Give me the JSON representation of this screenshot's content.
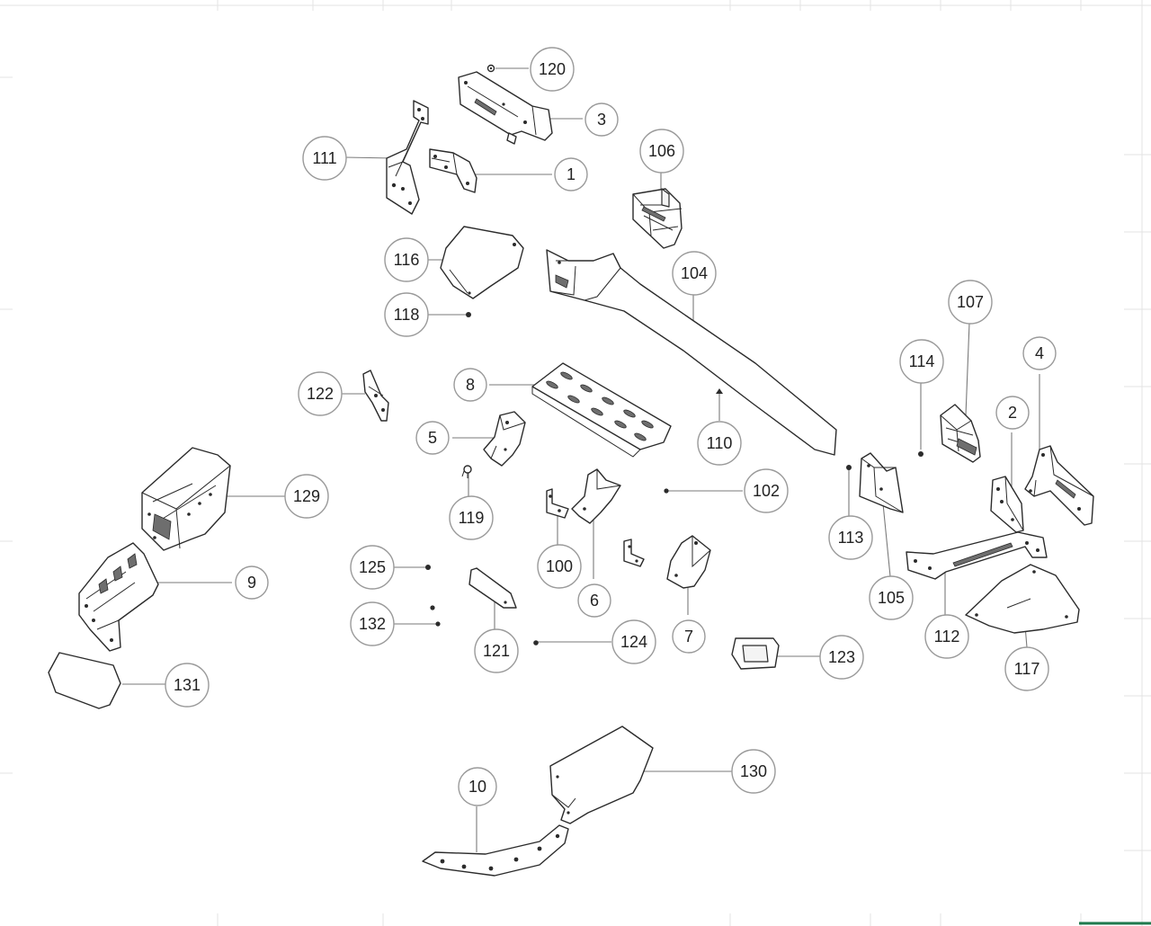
{
  "colors": {
    "background": "#ffffff",
    "line_art": "#2b2b2b",
    "leader": "#7a7a7a",
    "callout_border": "#9a9a9a",
    "grid": "#e3e3e3",
    "corner_accent": "#1f7a4d"
  },
  "callouts": [
    {
      "id": "c120",
      "label": "120"
    },
    {
      "id": "c3",
      "label": "3"
    },
    {
      "id": "c111",
      "label": "111"
    },
    {
      "id": "c1",
      "label": "1"
    },
    {
      "id": "c106",
      "label": "106"
    },
    {
      "id": "c116",
      "label": "116"
    },
    {
      "id": "c104",
      "label": "104"
    },
    {
      "id": "c118",
      "label": "118"
    },
    {
      "id": "c107",
      "label": "107"
    },
    {
      "id": "c114",
      "label": "114"
    },
    {
      "id": "c4",
      "label": "4"
    },
    {
      "id": "c122",
      "label": "122"
    },
    {
      "id": "c8",
      "label": "8"
    },
    {
      "id": "c2",
      "label": "2"
    },
    {
      "id": "c5",
      "label": "5"
    },
    {
      "id": "c110",
      "label": "110"
    },
    {
      "id": "c129",
      "label": "129"
    },
    {
      "id": "c102",
      "label": "102"
    },
    {
      "id": "c119",
      "label": "119"
    },
    {
      "id": "c113",
      "label": "113"
    },
    {
      "id": "c100",
      "label": "100"
    },
    {
      "id": "c125",
      "label": "125"
    },
    {
      "id": "c9",
      "label": "9"
    },
    {
      "id": "c105",
      "label": "105"
    },
    {
      "id": "c6",
      "label": "6"
    },
    {
      "id": "c132",
      "label": "132"
    },
    {
      "id": "c112",
      "label": "112"
    },
    {
      "id": "c124",
      "label": "124"
    },
    {
      "id": "c7",
      "label": "7"
    },
    {
      "id": "c121",
      "label": "121"
    },
    {
      "id": "c123",
      "label": "123"
    },
    {
      "id": "c117",
      "label": "117"
    },
    {
      "id": "c131",
      "label": "131"
    },
    {
      "id": "c130",
      "label": "130"
    },
    {
      "id": "c10",
      "label": "10"
    }
  ]
}
